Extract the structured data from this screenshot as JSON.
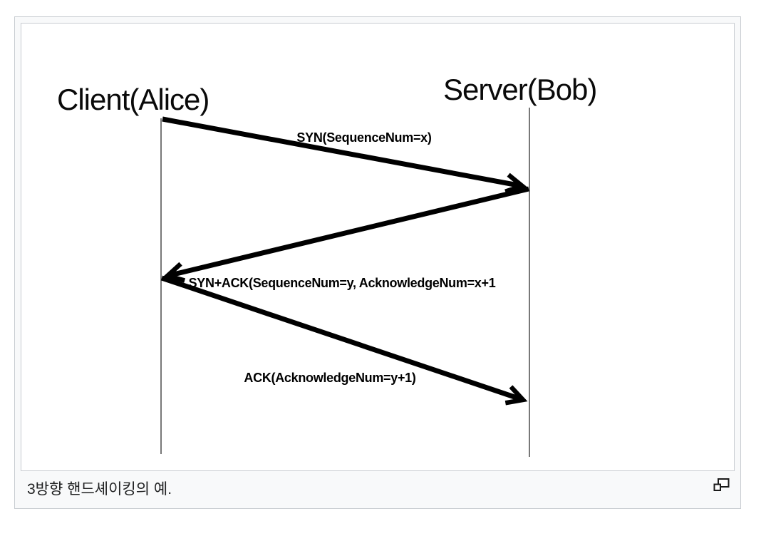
{
  "figure": {
    "type": "sequence-diagram-thumbnail",
    "caption": "3방향 핸드셰이킹의 예.",
    "diagram": {
      "title_topic": "TCP 3-way handshake",
      "actors": [
        {
          "id": "client",
          "label": "Client(Alice)"
        },
        {
          "id": "server",
          "label": "Server(Bob)"
        }
      ],
      "messages": [
        {
          "step": 1,
          "from": "client",
          "to": "server",
          "label": "SYN(SequenceNum=x)"
        },
        {
          "step": 2,
          "from": "server",
          "to": "client",
          "label": "SYN+ACK(SequenceNum=y, AcknowledgeNum=x+1"
        },
        {
          "step": 3,
          "from": "client",
          "to": "server",
          "label": "ACK(AcknowledgeNum=y+1)"
        }
      ]
    },
    "icons": {
      "magnify": "overlapping-rectangles-enlarge"
    },
    "colors": {
      "frame_border": "#c8ccd1",
      "frame_background": "#f8f9fa",
      "image_background": "#ffffff",
      "diagram_ink": "#000000",
      "lifeline": "#3f3f3f",
      "caption_text": "#202122"
    }
  }
}
